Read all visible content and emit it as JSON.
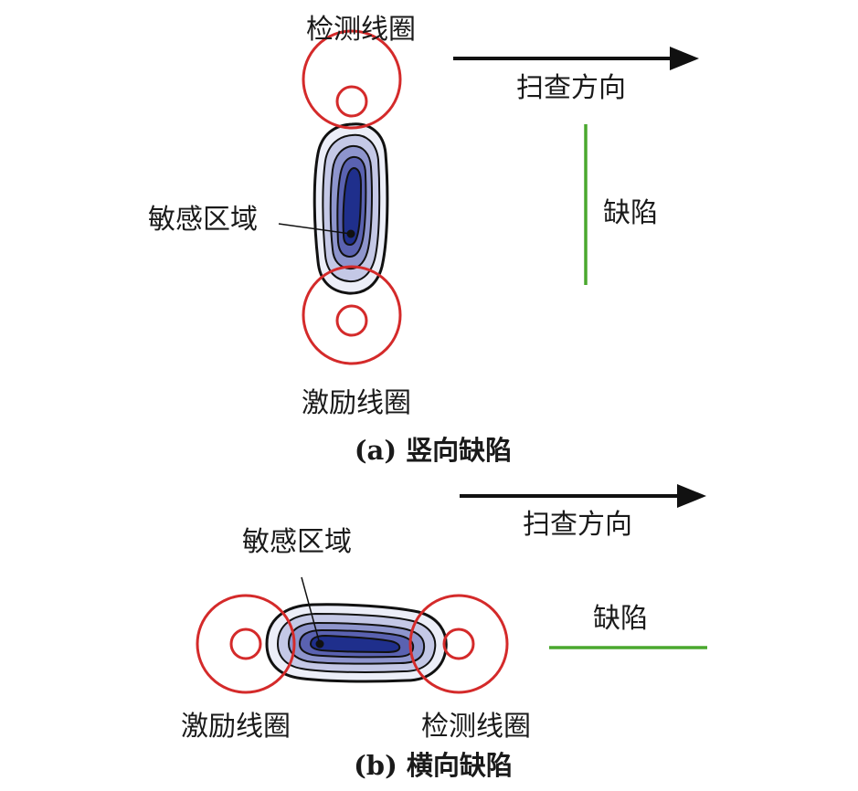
{
  "panel_a": {
    "labels": {
      "detect_coil": "检测线圈",
      "scan_direction": "扫查方向",
      "sensitive_region": "敏感区域",
      "defect": "缺陷",
      "excite_coil": "激励线圈"
    },
    "caption": "(a) 竖向缺陷"
  },
  "panel_b": {
    "labels": {
      "scan_direction": "扫查方向",
      "sensitive_region": "敏感区域",
      "defect": "缺陷",
      "excite_coil": "激励线圈",
      "detect_coil": "检测线圈"
    },
    "caption": "(b) 横向缺陷"
  },
  "colors": {
    "coil": "#d42a2a",
    "defect": "#4aa82e",
    "arrow": "#111111",
    "contour_outline": "#111111",
    "contour_levels": [
      "#eceef8",
      "#c4c8e6",
      "#8e95cd",
      "#5a62b1",
      "#1f2f8c"
    ]
  }
}
